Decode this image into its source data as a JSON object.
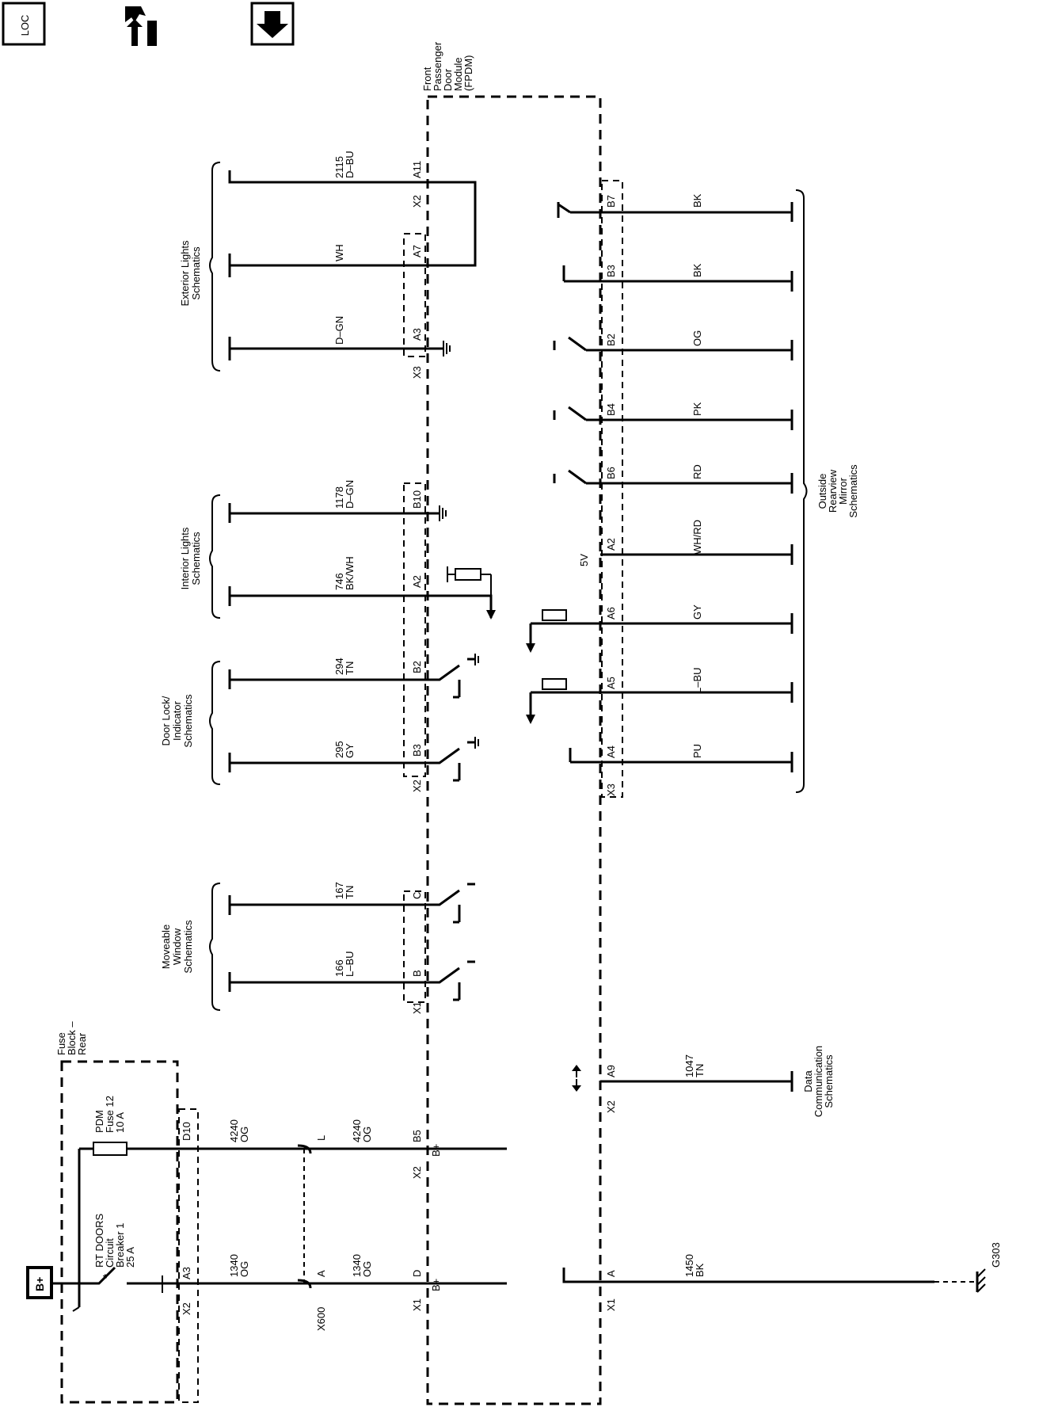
{
  "toolbar": {
    "icon_loc_label": "LOC",
    "icons": [
      "location-icon",
      "service-info-icon",
      "down-arrow-icon"
    ]
  },
  "module": {
    "name_lines": [
      "Front",
      "Passenger",
      "Door",
      "Module",
      "(FPDM)"
    ]
  },
  "fuse_block": {
    "name_lines": [
      "Fuse",
      "Block –",
      "Rear"
    ],
    "fuse_lines": [
      "PDM",
      "Fuse 12",
      "10 A"
    ],
    "breaker_lines": [
      "RT DOORS",
      "Circuit",
      "Breaker 1",
      "25 A"
    ],
    "battery": "B+",
    "pin_d10": "D10",
    "pin_a3": "A3",
    "conn_x2": "X2"
  },
  "splice": {
    "name": "X600",
    "pin_l": "L",
    "pin_a": "A"
  },
  "groups": {
    "exterior": [
      "Exterior Lights",
      "Schematics"
    ],
    "interior": [
      "Interior Lights",
      "Schematics"
    ],
    "doorlock": [
      "Door Lock/",
      "Indicator",
      "Schematics"
    ],
    "window": [
      "Moveable",
      "Window",
      "Schematics"
    ],
    "mirror": [
      "Outside",
      "Rearview",
      "Mirror",
      "Schematics"
    ],
    "datacomm": [
      "Data",
      "Communication",
      "Schematics"
    ]
  },
  "left_wires": [
    {
      "circuit": "2115",
      "color": "D–BU",
      "pin": "A11"
    },
    {
      "circuit": "",
      "color": "WH",
      "pin": "A7"
    },
    {
      "circuit": "",
      "color": "D–GN",
      "pin": "A3"
    },
    {
      "circuit": "1178",
      "color": "D–GN",
      "pin": "B10"
    },
    {
      "circuit": "746",
      "color": "BK/WH",
      "pin": "A2"
    },
    {
      "circuit": "294",
      "color": "TN",
      "pin": "B2"
    },
    {
      "circuit": "295",
      "color": "GY",
      "pin": "B3"
    },
    {
      "circuit": "167",
      "color": "TN",
      "pin": "C"
    },
    {
      "circuit": "166",
      "color": "L–BU",
      "pin": "B"
    }
  ],
  "left_connectors": [
    "X2",
    "X3",
    "X2",
    "X1"
  ],
  "power_wires": [
    {
      "circuit": "4240",
      "color": "OG",
      "pin": "B5",
      "conn": "X2",
      "supply": "B+"
    },
    {
      "circuit": "1340",
      "color": "OG",
      "pin": "D",
      "conn": "X1",
      "supply": "B+"
    }
  ],
  "right_wires": [
    {
      "pin": "B7",
      "color": "BK"
    },
    {
      "pin": "B3",
      "color": "BK"
    },
    {
      "pin": "B2",
      "color": "OG"
    },
    {
      "pin": "B4",
      "color": "PK"
    },
    {
      "pin": "B6",
      "color": "RD"
    },
    {
      "pin": "A2",
      "color": "WH/RD"
    },
    {
      "pin": "A6",
      "color": "GY"
    },
    {
      "pin": "A5",
      "color": "L–BU"
    },
    {
      "pin": "A4",
      "color": "PU"
    }
  ],
  "right_conn": "X3",
  "reference_5v": "5V",
  "data_wire": {
    "circuit": "1047",
    "color": "TN",
    "pin": "A9",
    "conn": "X2"
  },
  "ground_wire": {
    "circuit": "1450",
    "color": "BK",
    "pin": "A",
    "conn": "X1",
    "ground": "G303"
  }
}
